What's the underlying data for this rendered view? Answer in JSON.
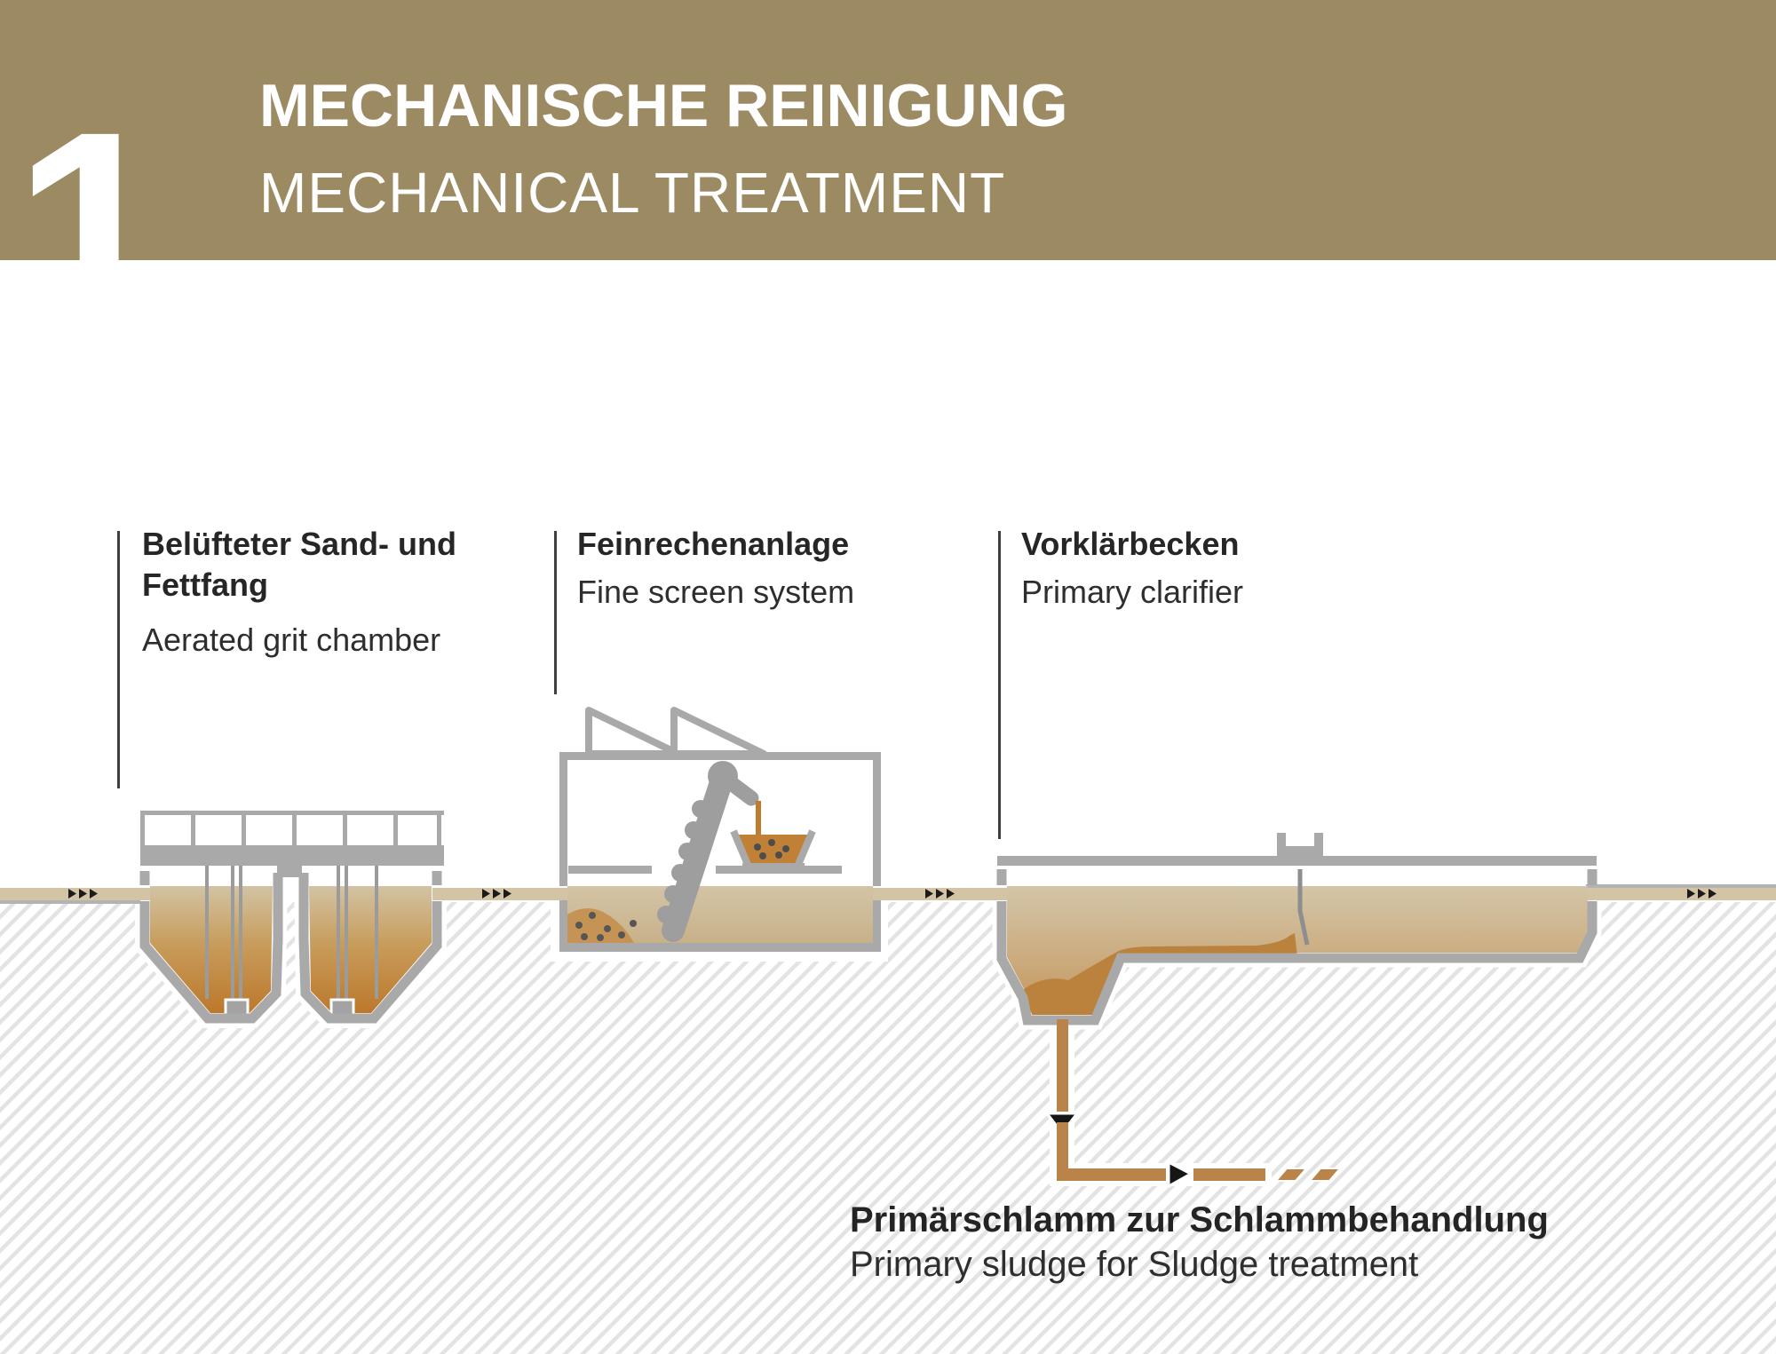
{
  "header": {
    "step_number": "1",
    "title_de": "MECHANISCHE REINIGUNG",
    "title_en": "MECHANICAL TREATMENT"
  },
  "labels": {
    "grit_chamber": {
      "de": "Belüfteter Sand- und Fettfang",
      "en": "Aerated grit chamber"
    },
    "fine_screen": {
      "de": "Feinrechenanlage",
      "en": "Fine screen system"
    },
    "clarifier": {
      "de": "Vorklärbecken",
      "en": "Primary clarifier"
    },
    "sludge_note": {
      "de": "Primärschlamm zur Schlammbehandlung",
      "en": "Primary sludge for Sludge treatment"
    }
  },
  "icons": {
    "flow_direction": "triple-right-arrows",
    "sludge_down_arrow": "down-arrow",
    "sludge_right_arrow": "right-arrow"
  },
  "colors": {
    "band": "#9c8a63",
    "structure_gray": "#a9a9a9",
    "water_channel": "#d3c4a6",
    "water_deep": "#bd7a2e",
    "clarifier_deep": "#c9a271",
    "sludge": "#bb823d",
    "pipe": "#b9834a",
    "hatch_line": "#e3e3e3",
    "arrow_dark": "#1b1b1b",
    "text_dark": "#262626"
  }
}
